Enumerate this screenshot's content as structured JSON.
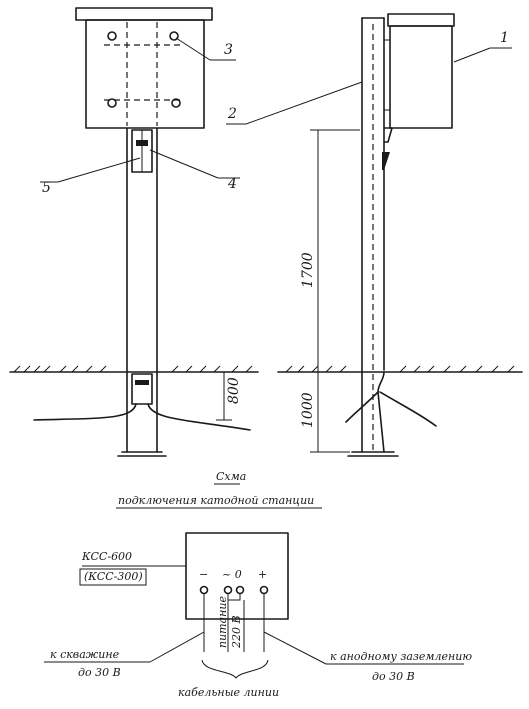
{
  "callouts": {
    "c1": "1",
    "c2": "2",
    "c3": "3",
    "c4": "4",
    "c5": "5"
  },
  "dimensions": {
    "above_ground": "1700",
    "side_depth": "1000",
    "front_depth": "800"
  },
  "caption": {
    "line1": "Схма",
    "line2": "подключения   катодной станции"
  },
  "station": {
    "model": "КСС-600",
    "model_alt": "(КСС-300)",
    "term_minus": "−",
    "term_supply": "~  0",
    "term_plus": "+",
    "supply_text_1": "питание",
    "supply_text_2": "220 В"
  },
  "leads": {
    "left_1": "к скважине",
    "left_2": "до 30 В",
    "right_1": "к анодному заземлению",
    "right_2": "до 30 В",
    "bottom": "кабельные линии"
  }
}
